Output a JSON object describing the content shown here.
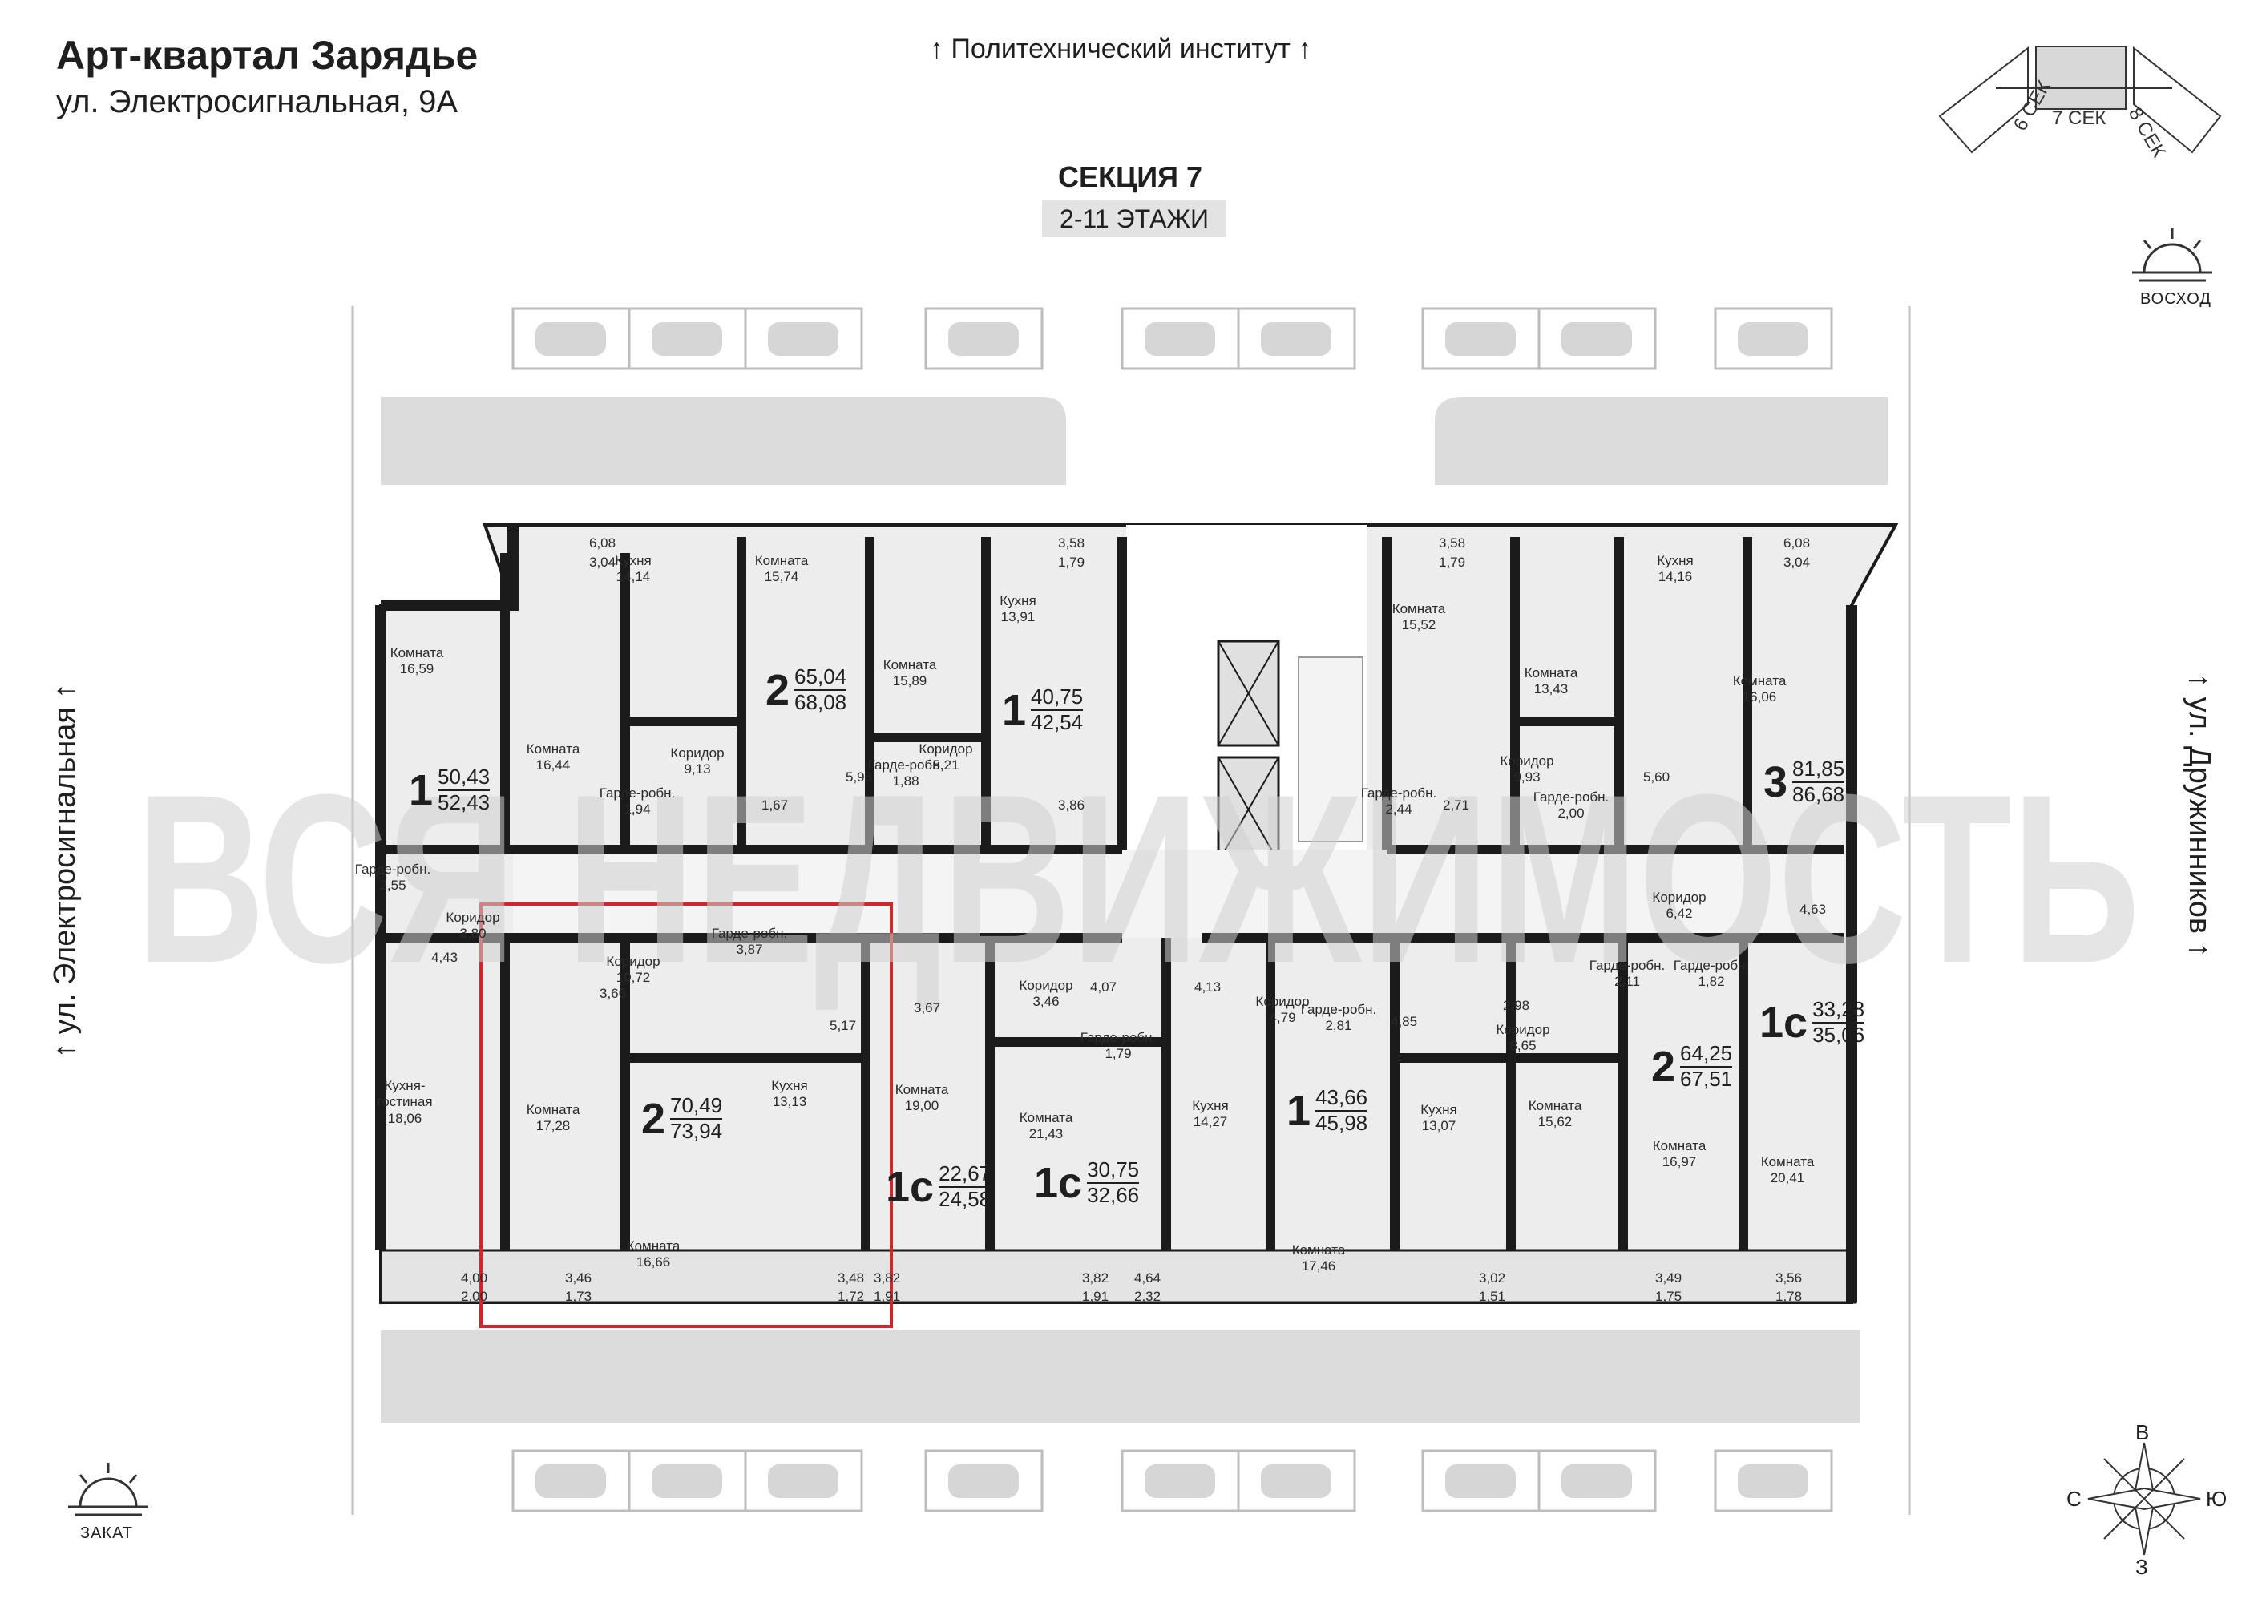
{
  "header": {
    "complex_name": "Арт-квартал  Зарядье",
    "address": "ул. Электросигнальная, 9А",
    "top_street": "↑ Политехнический институт ↑",
    "section_title": "СЕКЦИЯ 7",
    "floors": "2-11 ЭТАЖИ"
  },
  "streets": {
    "left": "↑ ул. Электросигнальная ↑",
    "right": "↑ ул. Дружинников ↑"
  },
  "watermark": "ВСЯ НЕДВИЖИМОСТЬ",
  "key_plan": {
    "left": "6 СЕК",
    "center": "7 СЕК",
    "right": "8 СЕК"
  },
  "sun": {
    "east": "ВОСХОД",
    "west": "ЗАКАТ"
  },
  "compass": {
    "n": "В",
    "s": "З",
    "w": "С",
    "e": "Ю"
  },
  "colors": {
    "wall": "#1b1b1b",
    "floor": "#e9e9e9",
    "road": "#dcdcdc",
    "highlight": "#d0262b"
  },
  "apartments": [
    {
      "id": "a1",
      "rooms": "1",
      "area_top": "50,43",
      "area_bottom": "52,43"
    },
    {
      "id": "a2",
      "rooms": "2",
      "area_top": "65,04",
      "area_bottom": "68,08"
    },
    {
      "id": "a3",
      "rooms": "1",
      "area_top": "40,75",
      "area_bottom": "42,54"
    },
    {
      "id": "a4",
      "rooms": "3",
      "area_top": "81,85",
      "area_bottom": "86,68"
    },
    {
      "id": "a5",
      "rooms": "1с",
      "area_top": "33,28",
      "area_bottom": "35,06"
    },
    {
      "id": "a6",
      "rooms": "2",
      "area_top": "64,25",
      "area_bottom": "67,51"
    },
    {
      "id": "a7",
      "rooms": "1",
      "area_top": "43,66",
      "area_bottom": "45,98"
    },
    {
      "id": "a8",
      "rooms": "1с",
      "area_top": "30,75",
      "area_bottom": "32,66"
    },
    {
      "id": "a9",
      "rooms": "1с",
      "area_top": "22,67",
      "area_bottom": "24,58"
    },
    {
      "id": "a10",
      "rooms": "2",
      "area_top": "70,49",
      "area_bottom": "73,94"
    }
  ],
  "rooms": [
    {
      "name": "Комната",
      "area": "16,59"
    },
    {
      "name": "Комната",
      "area": "16,44"
    },
    {
      "name": "Кухня",
      "area": "14,14"
    },
    {
      "name": "Комната",
      "area": "15,74"
    },
    {
      "name": "Комната",
      "area": "15,89"
    },
    {
      "name": "Кухня",
      "area": "13,91"
    },
    {
      "name": "Коридор",
      "area": "9,13"
    },
    {
      "name": "Гарде-робн.",
      "area": "1,94"
    },
    {
      "name": "Гарде-робн.",
      "area": "1,88"
    },
    {
      "name": "Коридор",
      "area": "5,21"
    },
    {
      "name": "Гарде-робн.",
      "area": "2,55"
    },
    {
      "name": "Коридор",
      "area": "3,80"
    },
    {
      "name": "Коридор",
      "area": "10,72"
    },
    {
      "name": "Гарде-робн.",
      "area": "3,87"
    },
    {
      "name": "Кухня-гостиная",
      "area": "18,06"
    },
    {
      "name": "Комната",
      "area": "17,28"
    },
    {
      "name": "Кухня",
      "area": "13,13"
    },
    {
      "name": "Комната",
      "area": "16,66"
    },
    {
      "name": "Комната",
      "area": "19,00"
    },
    {
      "name": "Коридор",
      "area": "3,46"
    },
    {
      "name": "Гарде-робн.",
      "area": "1,79"
    },
    {
      "name": "Комната",
      "area": "21,43"
    },
    {
      "name": "Кухня",
      "area": "14,27"
    },
    {
      "name": "Коридор",
      "area": "4,79"
    },
    {
      "name": "Гарде-робн.",
      "area": "2,81"
    },
    {
      "name": "Комната",
      "area": "17,46"
    },
    {
      "name": "Кухня",
      "area": "13,07"
    },
    {
      "name": "Коридор",
      "area": "8,65"
    },
    {
      "name": "Комната",
      "area": "15,62"
    },
    {
      "name": "Комната",
      "area": "16,97"
    },
    {
      "name": "Гарде-робн.",
      "area": "2,11"
    },
    {
      "name": "Гарде-робн.",
      "area": "1,82"
    },
    {
      "name": "Комната",
      "area": "20,41"
    },
    {
      "name": "Коридор",
      "area": "6,42"
    },
    {
      "name": "Комната",
      "area": "15,52"
    },
    {
      "name": "Комната",
      "area": "13,43"
    },
    {
      "name": "Кухня",
      "area": "14,16"
    },
    {
      "name": "Комната",
      "area": "16,06"
    },
    {
      "name": "Коридор",
      "area": "9,93"
    },
    {
      "name": "Гарде-робн.",
      "area": "2,44"
    },
    {
      "name": "Гарде-робн.",
      "area": "2,00"
    }
  ],
  "small_areas": [
    "6,08",
    "3,04",
    "3,58",
    "1,79",
    "3,58",
    "1,79",
    "6,08",
    "3,04",
    "5,98",
    "1,67",
    "3,86",
    "2,71",
    "5,60",
    "4,43",
    "3,66",
    "5,17",
    "3,67",
    "4,07",
    "4,13",
    "4,85",
    "2,98",
    "4,63",
    "4,00",
    "2,00",
    "3,46",
    "1,73",
    "3,48",
    "1,72",
    "3,82",
    "1,91",
    "3,82",
    "1,91",
    "4,64",
    "2,32",
    "3,02",
    "1,51",
    "3,49",
    "1,75",
    "3,56",
    "1,78"
  ]
}
